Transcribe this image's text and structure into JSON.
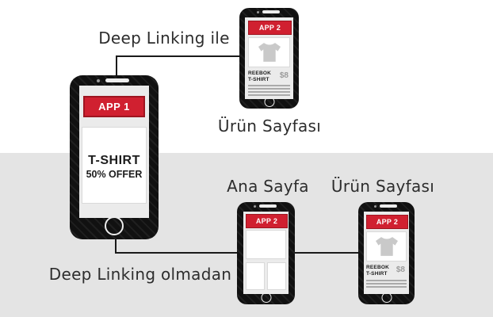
{
  "diagram": {
    "top_label": "Deep Linking ile",
    "bottom_label": "Deep Linking olmadan",
    "product_page_label_top": "Ürün Sayfası",
    "home_page_label": "Ana Sayfa",
    "product_page_label_bottom": "Ürün Sayfası"
  },
  "phones": {
    "app1": {
      "banner": "APP 1",
      "product_title": "T-SHIRT",
      "offer": "50% OFFER"
    },
    "product_top": {
      "banner": "APP 2",
      "name_line1": "REEBOK",
      "name_line2": "T-SHIRT",
      "price": "$8"
    },
    "home": {
      "banner": "APP 2"
    },
    "product_bottom": {
      "banner": "APP 2",
      "name_line1": "REEBOK",
      "name_line2": "T-SHIRT",
      "price": "$8"
    }
  },
  "colors": {
    "accent_red": "#d02030",
    "accent_red_border": "#9e1520",
    "background_bottom": "#e4e4e4",
    "bezel_black": "#111111",
    "screen_gray": "#ebebeb",
    "muted_gray": "#9b9b9b",
    "connector": "#1a1a1a"
  },
  "icons": {
    "tshirt": "tshirt-icon",
    "speaker": "speaker-icon",
    "camera": "camera-dot-icon",
    "home_button": "home-button-icon"
  }
}
